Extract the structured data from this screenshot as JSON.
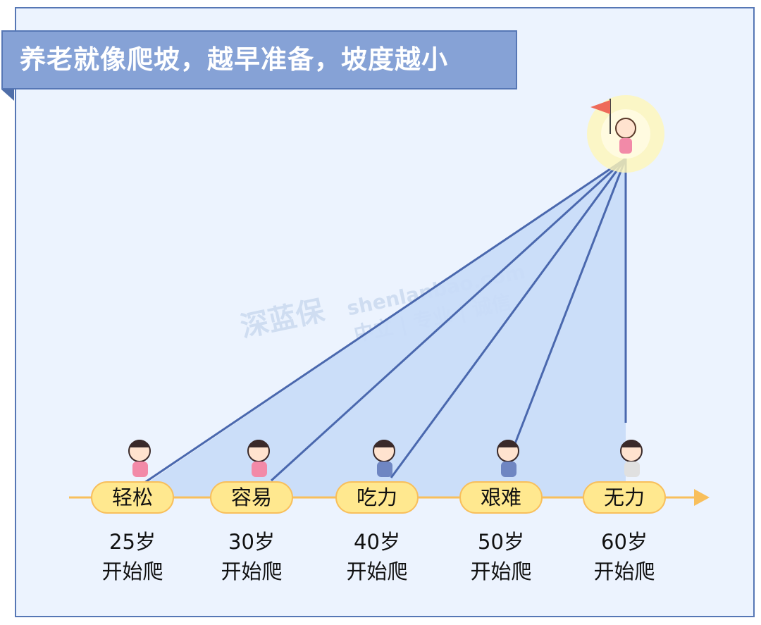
{
  "title": "养老就像爬坡，越早准备，坡度越小",
  "watermark": {
    "logo": "深蓝保",
    "site": "shenlanbao.com",
    "slogan": "中立 | 专业 | 诚信"
  },
  "stages": [
    {
      "label": "轻松",
      "age": "25岁",
      "action": "开始爬"
    },
    {
      "label": "容易",
      "age": "30岁",
      "action": "开始爬"
    },
    {
      "label": "吃力",
      "age": "40岁",
      "action": "开始爬"
    },
    {
      "label": "艰难",
      "age": "50岁",
      "action": "开始爬"
    },
    {
      "label": "无力",
      "age": "60岁",
      "action": "开始爬"
    }
  ],
  "colors": {
    "frame": "#5677b5",
    "title_bg": "#86a2d6",
    "slope_fill": "#c8dcf8",
    "slope_line": "#4a68ae",
    "pill": "#ffe88f",
    "axis": "#f8bf5c"
  }
}
